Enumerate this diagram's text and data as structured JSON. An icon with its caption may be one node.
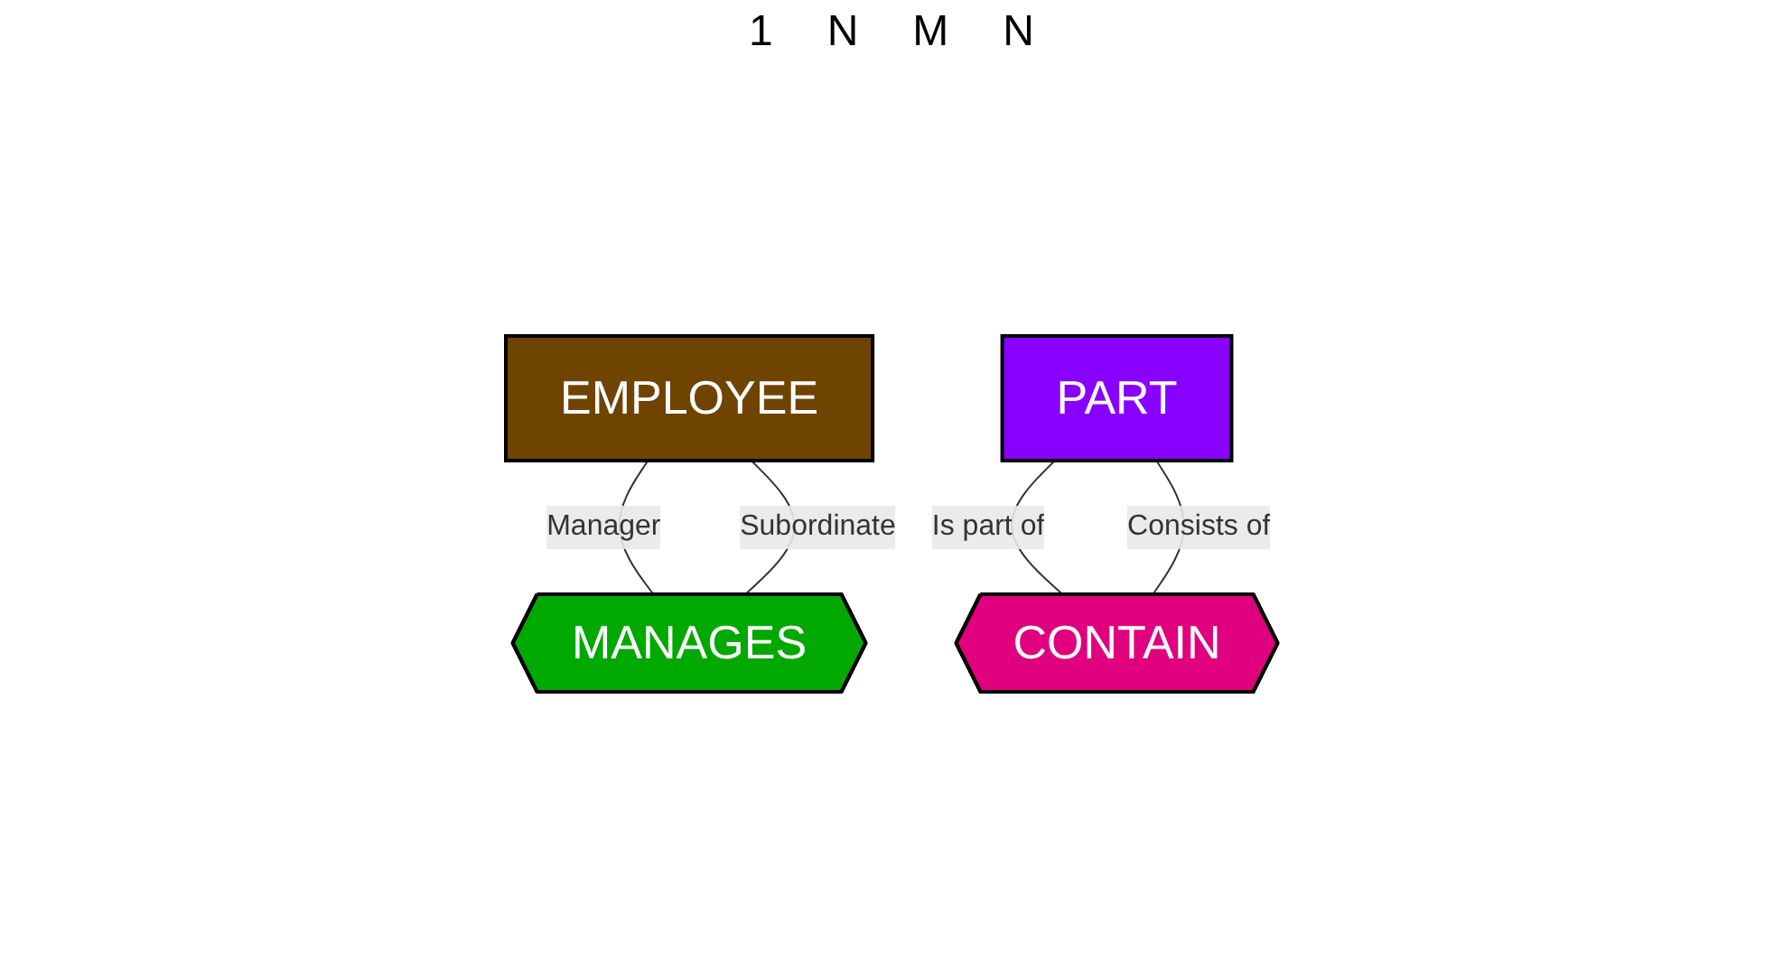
{
  "diagram": {
    "nodes": [
      {
        "text": [
          "EMPLOYEE"
        ]
      },
      {
        "text": [
          "MANAGES"
        ]
      },
      {
        "text": [
          "PART"
        ]
      },
      {
        "text": [
          "CONTAIN"
        ]
      }
    ],
    "edges": [
      {
        "from": 0,
        "to": 1,
        "arrow": "none",
        "label": "Manager"
      },
      {
        "from": 0,
        "to": 1,
        "arrow": "none",
        "label": "Subordinate"
      },
      {
        "from": 2,
        "to": 3,
        "arrow": "none",
        "label": "Is part of"
      },
      {
        "from": 2,
        "to": 3,
        "arrow": "none",
        "label": "Consists of"
      }
    ],
    "labels": [
      "1",
      "N",
      "M",
      "N"
    ]
  }
}
